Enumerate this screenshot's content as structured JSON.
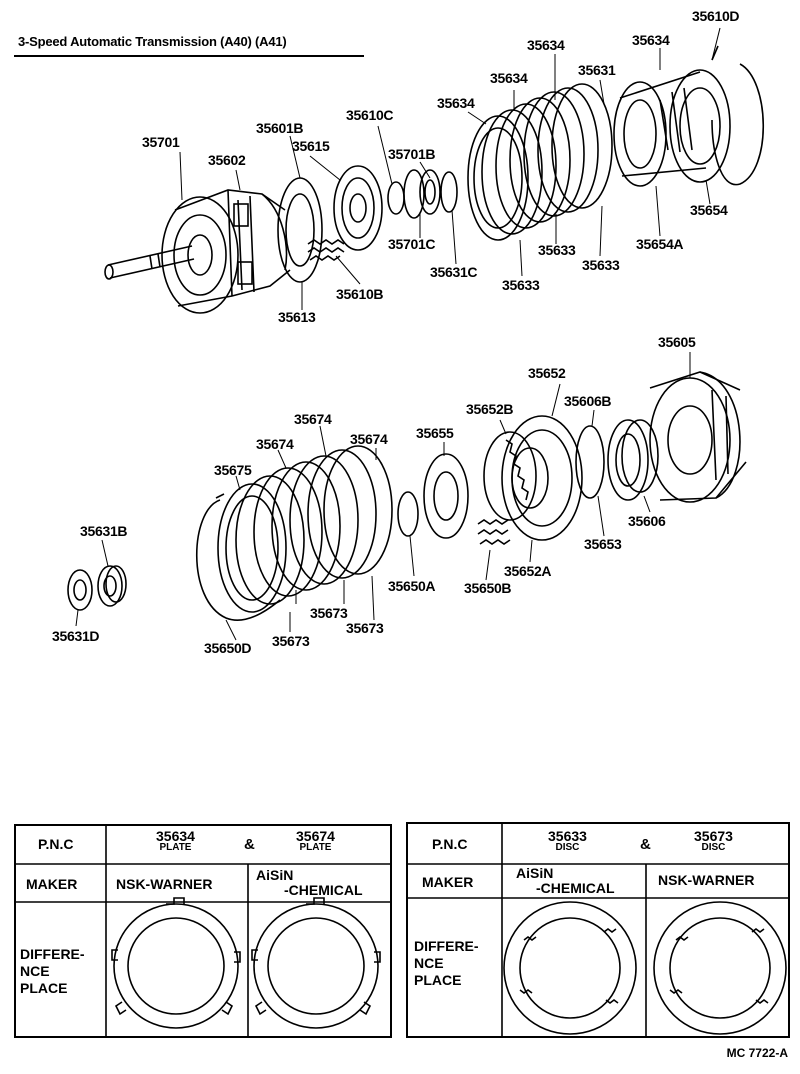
{
  "title": "3-Speed Automatic Transmission (A40) (A41)",
  "code": "MC 7722-A",
  "top_labels": {
    "p35610D": "35610D",
    "p35634a": "35634",
    "p35634b": "35634",
    "p35634c": "35634",
    "p35634d": "35634",
    "p35631": "35631",
    "p35701": "35701",
    "p35601B": "35601B",
    "p35610C": "35610C",
    "p35602": "35602",
    "p35615": "35615",
    "p35701B": "35701B",
    "p35701C": "35701C",
    "p35631C": "35631C",
    "p35633a": "35633",
    "p35633b": "35633",
    "p35633c": "35633",
    "p35654": "35654",
    "p35654A": "35654A",
    "p35610B": "35610B",
    "p35613": "35613"
  },
  "bottom_labels": {
    "p35605": "35605",
    "p35652": "35652",
    "p35652B": "35652B",
    "p35606B": "35606B",
    "p35674a": "35674",
    "p35674b": "35674",
    "p35674c": "35674",
    "p35655": "35655",
    "p35675": "35675",
    "p35606": "35606",
    "p35653": "35653",
    "p35631B": "35631B",
    "p35652A": "35652A",
    "p35650A": "35650A",
    "p35650B": "35650B",
    "p35673a": "35673",
    "p35673b": "35673",
    "p35673c": "35673",
    "p35631D": "35631D",
    "p35650D": "35650D"
  },
  "table_plate": {
    "pnc_label": "P.N.C",
    "part1": "35634",
    "part1_sub": "PLATE",
    "amp": "&",
    "part2": "35674",
    "part2_sub": "PLATE",
    "maker_label": "MAKER",
    "maker1": "NSK-WARNER",
    "maker2_line1": "AiSiN",
    "maker2_line2": "-CHEMICAL",
    "diff_line1": "DIFFERE-",
    "diff_line2": "NCE",
    "diff_line3": "PLACE"
  },
  "table_disc": {
    "pnc_label": "P.N.C",
    "part1": "35633",
    "part1_sub": "DISC",
    "amp": "&",
    "part2": "35673",
    "part2_sub": "DISC",
    "maker_label": "MAKER",
    "maker1_line1": "AiSiN",
    "maker1_line2": "-CHEMICAL",
    "maker2": "NSK-WARNER",
    "diff_line1": "DIFFERE-",
    "diff_line2": "NCE",
    "diff_line3": "PLACE"
  }
}
